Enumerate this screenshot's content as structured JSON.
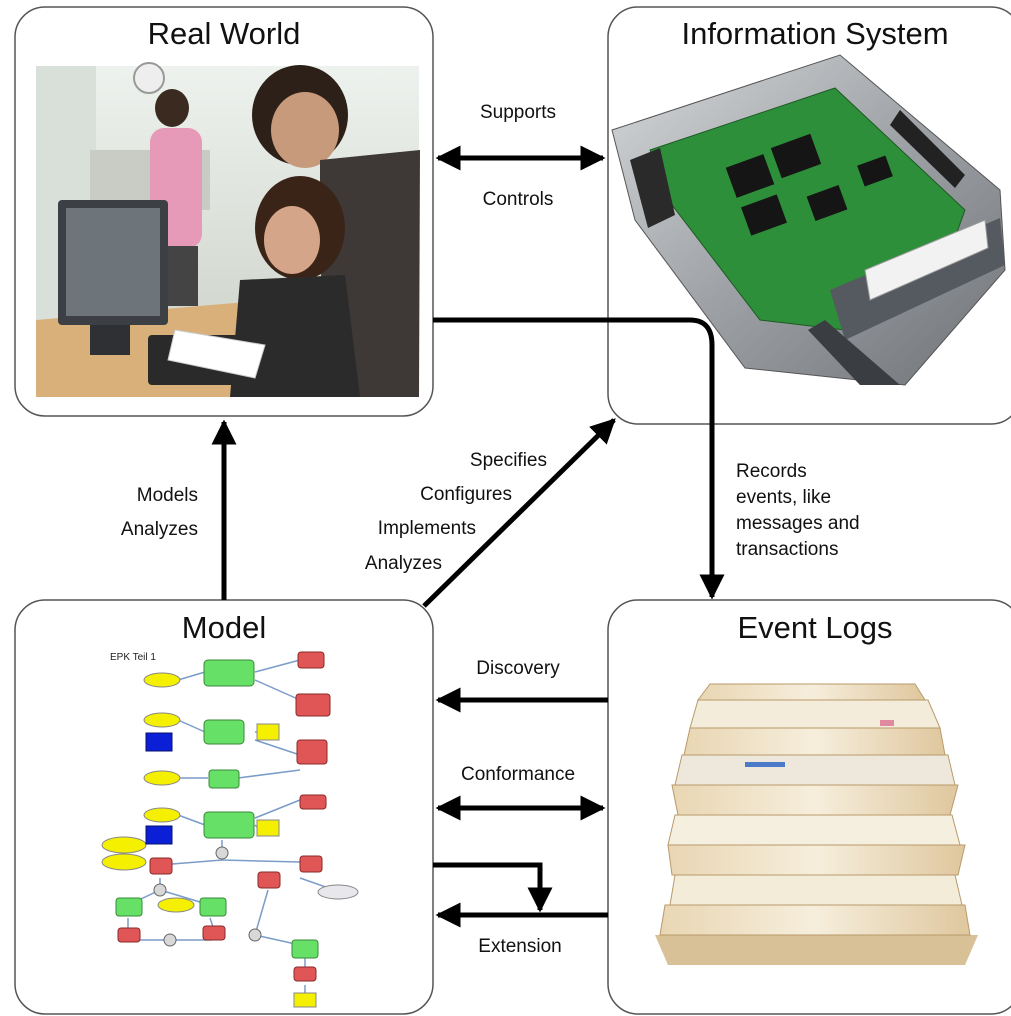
{
  "boxes": {
    "real_world": "Real World",
    "information_system": "Information System",
    "model": "Model",
    "event_logs": "Event Logs"
  },
  "labels": {
    "supports": "Supports",
    "controls": "Controls",
    "models": "Models",
    "analyzes_left": "Analyzes",
    "specifies": "Specifies",
    "configures": "Configures",
    "implements": "Implements",
    "analyzes_diag": "Analyzes",
    "records_1": "Records",
    "records_2": "events, like",
    "records_3": "messages and",
    "records_4": "transactions",
    "discovery": "Discovery",
    "conformance": "Conformance",
    "extension": "Extension"
  },
  "model_diagram": {
    "title": "EPK Teil 1"
  },
  "colors": {
    "arrow": "#000000",
    "box_border": "#555555",
    "function_green": "#66e066",
    "event_red": "#e05555",
    "event_yellow": "#f5f000",
    "org_blue": "#0b1fd6",
    "connector_line": "#7a9cc8"
  }
}
